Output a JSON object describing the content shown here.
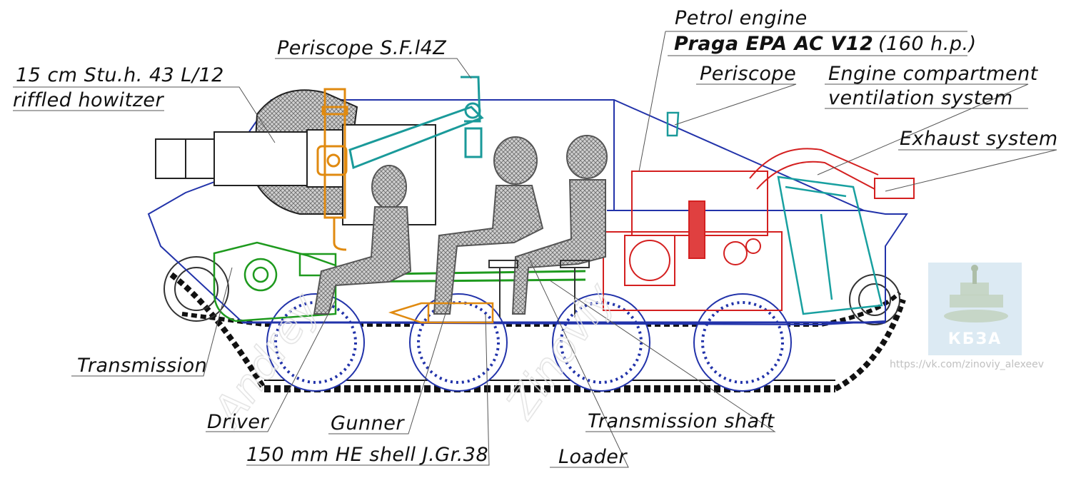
{
  "labels": {
    "howitzer_line1": "15 cm Stu.h. 43 L/12",
    "howitzer_line2": "riffled howitzer",
    "periscope_sf": "Periscope S.F.l4Z",
    "petrol_engine": "Petrol engine",
    "engine_model": "Praga EPA AC V12",
    "engine_power": "(160 h.p.)",
    "periscope": "Periscope",
    "ventilation_line1": "Engine compartment",
    "ventilation_line2": "ventilation system",
    "exhaust": "Exhaust system",
    "transmission": "Transmission",
    "driver": "Driver",
    "gunner": "Gunner",
    "shell": "150 mm HE shell J.Gr.38",
    "transmission_shaft": "Transmission shaft",
    "loader": "Loader"
  },
  "watermarks": {
    "badge_text": "КБЗА",
    "url": "https://vk.com/zinoviy_alexeev"
  },
  "colors": {
    "hull": "#2233aa",
    "gun": "#222222",
    "periscope": "#1a9a9a",
    "breech": "#e08a10",
    "transmission": "#1e9a1e",
    "engine": "#d42020",
    "ventilation": "#18a0a0",
    "crew": "#8a8a8a",
    "track": "#111111"
  }
}
